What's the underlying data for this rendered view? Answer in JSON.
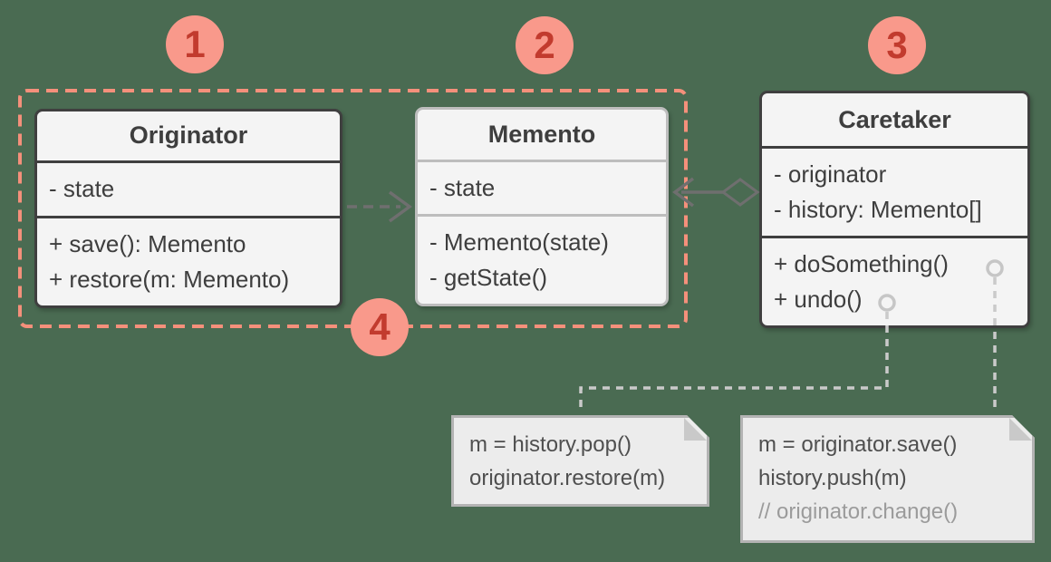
{
  "markers": [
    "1",
    "2",
    "3",
    "4"
  ],
  "classes": {
    "originator": {
      "title": "Originator",
      "attributes": [
        "- state"
      ],
      "methods": [
        "+ save(): Memento",
        "+ restore(m: Memento)"
      ]
    },
    "memento": {
      "title": "Memento",
      "attributes": [
        "- state"
      ],
      "methods": [
        "- Memento(state)",
        "- getState()"
      ]
    },
    "caretaker": {
      "title": "Caretaker",
      "attributes": [
        "- originator",
        "- history: Memento[]"
      ],
      "methods": [
        "+ doSomething()",
        "+ undo()"
      ]
    }
  },
  "notes": {
    "undo": {
      "lines": [
        "m = history.pop()",
        "originator.restore(m)"
      ]
    },
    "save": {
      "lines": [
        "m = originator.save()",
        "history.push(m)",
        "// originator.change()"
      ]
    }
  },
  "colors": {
    "background": "#4A6B52",
    "accent_salmon": "#F5907B",
    "badge_fill": "#F9998B",
    "badge_text": "#C23B2E",
    "box_fill": "#F4F4F4",
    "dark_border": "#3F3F3F",
    "light_border": "#BDBDBD",
    "class_text": "#3E3E3E",
    "note_fill": "#ECECEC",
    "note_border": "#B3B3B3",
    "note_text": "#4F4F4F",
    "comment_text": "#9B9B9B",
    "connector_gray": "#CACACA",
    "arrow_gray": "#6F6F6F"
  }
}
